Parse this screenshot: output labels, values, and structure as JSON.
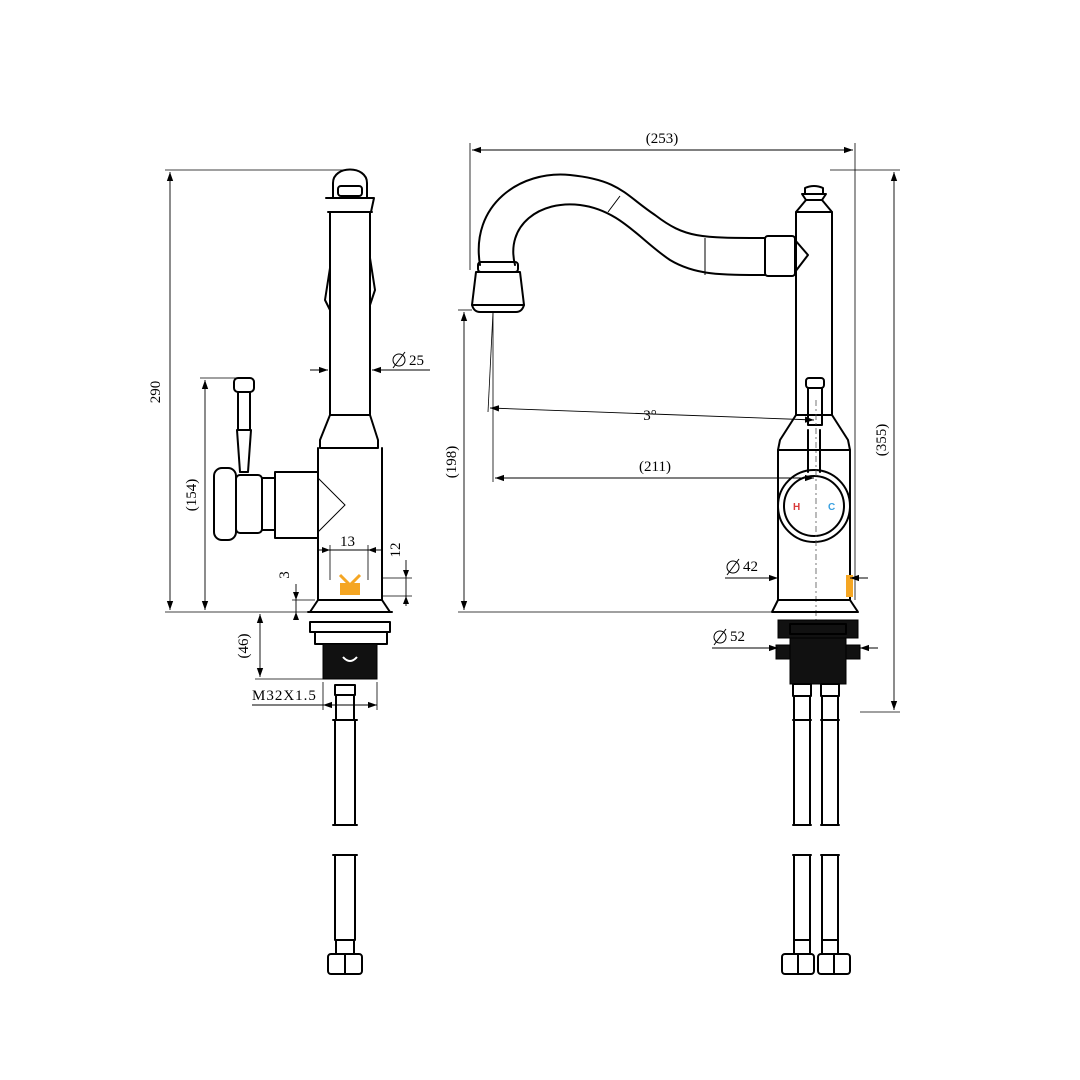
{
  "dimensions": {
    "side_height": "290",
    "side_lever_height": "(154)",
    "side_body_diameter": "25",
    "side_inlet_width": "13",
    "side_inlet_height": "12",
    "side_base_step": "3",
    "side_shank_length": "(46)",
    "shank_thread": "M32X1.5",
    "front_spout_reach": "(253)",
    "front_total_height": "(355)",
    "front_spout_height": "(198)",
    "front_spout_angle": "3°",
    "front_reach_to_center": "(211)",
    "front_base_diameter": "42",
    "front_flange_diameter": "52"
  },
  "handle_marks": {
    "hot": "H",
    "cold": "C"
  },
  "colors": {
    "line": "#000000",
    "highlight": "#f5a623",
    "hot": "#d93a3a",
    "cold": "#3aa0e0"
  }
}
